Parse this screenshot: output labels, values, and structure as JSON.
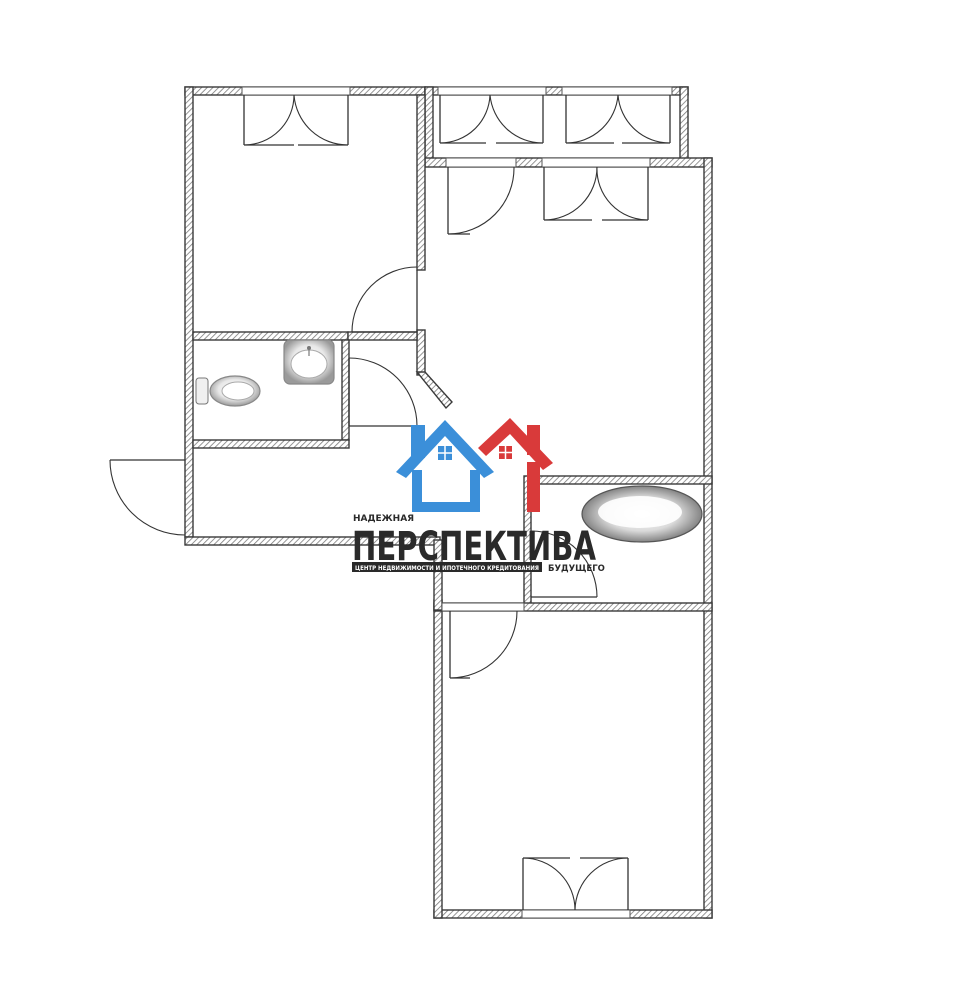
{
  "logo": {
    "tagline_top": "НАДЕЖНАЯ",
    "brand_name": "ПЕРСПЕКТИВА",
    "tagline_bottom_left": "ЦЕНТР НЕДВИЖИМОСТИ И ИПОТЕЧНОГО КРЕДИТОВАНИЯ",
    "tagline_bottom_right": "БУДУЩЕГО",
    "colors": {
      "blue": "#3b8fd9",
      "red": "#d93a3a",
      "dark": "#2a2a2a"
    }
  },
  "colors": {
    "wall_stroke": "#3a3a3a",
    "wall_hatch": "#7a7a7a",
    "background": "#ffffff"
  }
}
